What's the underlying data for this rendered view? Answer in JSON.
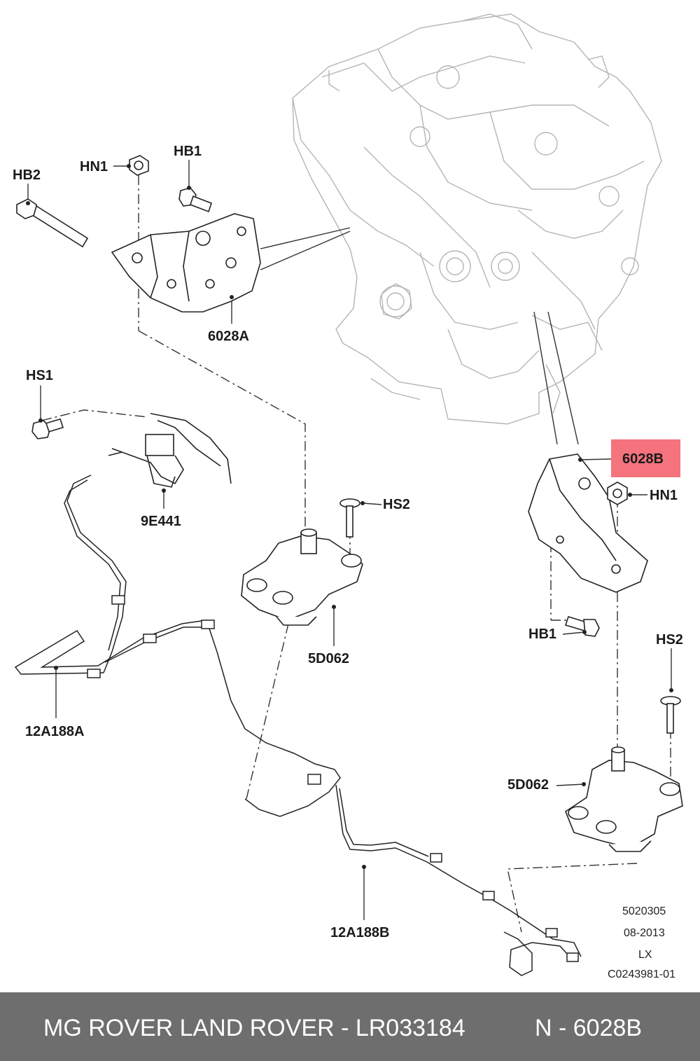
{
  "labels": {
    "hb2": "HB2",
    "hn1_top": "HN1",
    "hb1_top": "HB1",
    "p6028a": "6028A",
    "hs1": "HS1",
    "p9e441": "9E441",
    "hs2_mid": "HS2",
    "p5d062_mid": "5D062",
    "p12a188a": "12A188A",
    "p6028b": "6028B",
    "hn1_right": "HN1",
    "hb1_right": "HB1",
    "hs2_right": "HS2",
    "p5d062_right": "5D062",
    "p12a188b": "12A188B"
  },
  "meta": {
    "code": "5020305",
    "date": "08-2013",
    "region": "LX",
    "ref": "C0243981-01"
  },
  "footer": {
    "brand_part": "MG ROVER LAND ROVER - LR033184",
    "position": "N - 6028B"
  },
  "colors": {
    "highlight": "#f4737d",
    "footer_bg": "#6e6e6e",
    "engine_line": "#b5b5b5"
  }
}
